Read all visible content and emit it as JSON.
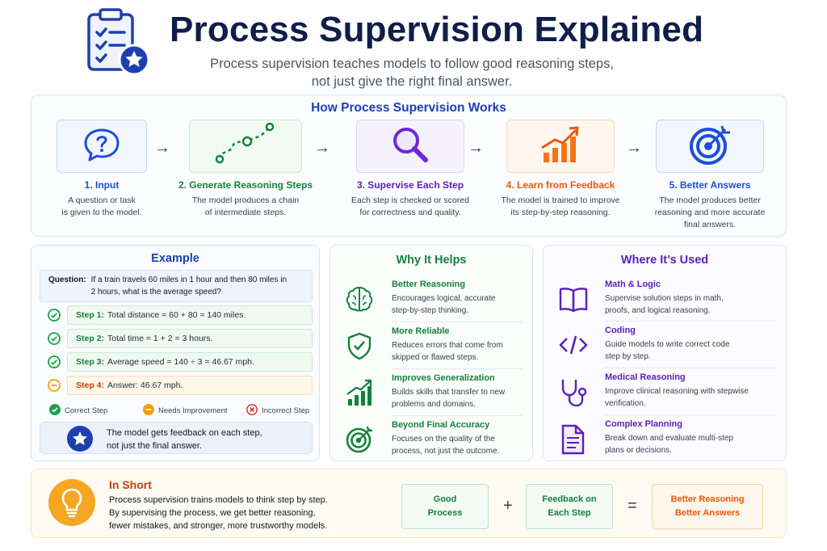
{
  "header": {
    "title": "Process Supervision Explained",
    "subtitle_line1": "Process supervision teaches models to follow good reasoning steps,",
    "subtitle_line2": "not just give the right final answer."
  },
  "how": {
    "title": "How Process Supervision Works",
    "steps": [
      {
        "title": "1. Input",
        "desc1": "A question or task",
        "desc2": "is given to the model.",
        "desc3": "",
        "color": "#1d4ed8",
        "icon": "speech-question-icon"
      },
      {
        "title": "2. Generate Reasoning Steps",
        "desc1": "The model produces a chain",
        "desc2": "of intermediate steps.",
        "desc3": "",
        "color": "#15803d",
        "icon": "path-steps-icon"
      },
      {
        "title": "3. Supervise Each Step",
        "desc1": "Each step is checked or scored",
        "desc2": "for correctness and quality.",
        "desc3": "",
        "color": "#5b21b6",
        "icon": "magnifier-icon"
      },
      {
        "title": "4. Learn from Feedback",
        "desc1": "The model is trained to improve",
        "desc2": "its step-by-step reasoning.",
        "desc3": "",
        "color": "#ea580c",
        "icon": "growth-chart-icon"
      },
      {
        "title": "5. Better Answers",
        "desc1": "The model produces better",
        "desc2": "reasoning and more accurate",
        "desc3": "final answers.",
        "color": "#1d4ed8",
        "icon": "target-icon"
      }
    ],
    "arrow": "→"
  },
  "example": {
    "title": "Example",
    "question_label": "Question:",
    "question_line1": "If a train travels 60 miles in 1 hour and then 80 miles in",
    "question_line2": "2 hours, what is the average speed?",
    "steps": [
      {
        "label": "Step 1:",
        "text": "Total distance = 60 + 80 = 140 miles.",
        "status": "correct"
      },
      {
        "label": "Step 2:",
        "text": "Total time = 1 + 2 = 3 hours.",
        "status": "correct"
      },
      {
        "label": "Step 3:",
        "text": "Average speed = 140 ÷ 3 = 46.67 mph.",
        "status": "correct"
      },
      {
        "label": "Step 4:",
        "text": "Answer: 46.67 mph.",
        "status": "needs-improvement"
      }
    ],
    "legend": {
      "correct": "Correct Step",
      "needs": "Needs Improvement",
      "incorrect": "Incorrect Step"
    },
    "feedback_line1": "The model gets feedback on each step,",
    "feedback_line2": "not just the final answer."
  },
  "why": {
    "title": "Why It Helps",
    "items": [
      {
        "title": "Better Reasoning",
        "d1": "Encourages logical, accurate",
        "d2": "step-by-step thinking.",
        "icon": "brain-icon"
      },
      {
        "title": "More Reliable",
        "d1": "Reduces errors that come from",
        "d2": "skipped or flawed steps.",
        "icon": "shield-check-icon"
      },
      {
        "title": "Improves Generalization",
        "d1": "Builds skills that transfer to new",
        "d2": "problems and domains.",
        "icon": "bar-growth-icon"
      },
      {
        "title": "Beyond Final Accuracy",
        "d1": "Focuses on the quality of the",
        "d2": "process, not just the outcome.",
        "icon": "target-icon"
      }
    ]
  },
  "where": {
    "title": "Where It’s Used",
    "items": [
      {
        "title": "Math & Logic",
        "d1": "Supervise solution steps in math,",
        "d2": "proofs, and logical reasoning.",
        "icon": "book-icon"
      },
      {
        "title": "Coding",
        "d1": "Guide models to write correct code",
        "d2": "step by step.",
        "icon": "code-icon"
      },
      {
        "title": "Medical Reasoning",
        "d1": "Improve clinical reasoning with stepwise",
        "d2": "verification.",
        "icon": "stethoscope-icon"
      },
      {
        "title": "Complex Planning",
        "d1": "Break down and evaluate multi-step",
        "d2": "plans or decisions.",
        "icon": "document-icon"
      }
    ]
  },
  "short": {
    "title": "In Short",
    "line1": "Process supervision trains models to think step by step.",
    "line2": "By supervising the process, we get better reasoning,",
    "line3": "fewer mistakes, and stronger, more trustworthy models.",
    "box1_l1": "Good",
    "box1_l2": "Process",
    "plus": "+",
    "box2_l1": "Feedback on",
    "box2_l2": "Each Step",
    "equals": "=",
    "box3_l1": "Better Reasoning",
    "box3_l2": "Better Answers"
  },
  "colors": {
    "navy": "#0f1e4a",
    "blue": "#1e40af",
    "green": "#15803d",
    "purple": "#5b21b6",
    "orange": "#ea580c",
    "amber": "#f59e0b"
  }
}
